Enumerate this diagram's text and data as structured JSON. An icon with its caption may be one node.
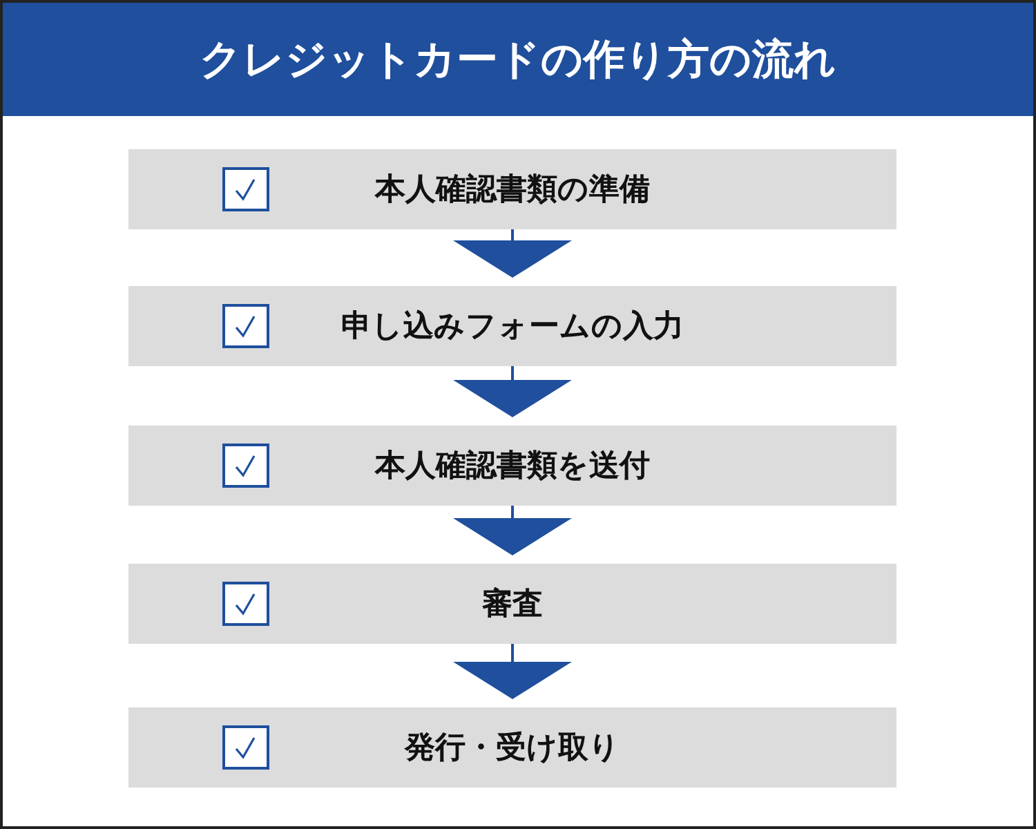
{
  "diagram": {
    "title": "クレジットカードの作り方の流れ",
    "nodes": [
      {
        "text": [
          "本人確認書類の準備"
        ]
      },
      {
        "text": [
          "申し込みフォームの入力"
        ]
      },
      {
        "text": [
          "本人確認書類を送付"
        ]
      },
      {
        "text": [
          "審査"
        ]
      },
      {
        "text": [
          "発行・受け取り"
        ]
      }
    ],
    "edges": [
      {
        "from": 0,
        "to": 1,
        "arrow": "to"
      },
      {
        "from": 1,
        "to": 2,
        "arrow": "to"
      },
      {
        "from": 2,
        "to": 3,
        "arrow": "to"
      },
      {
        "from": 3,
        "to": 4,
        "arrow": "to"
      }
    ]
  }
}
